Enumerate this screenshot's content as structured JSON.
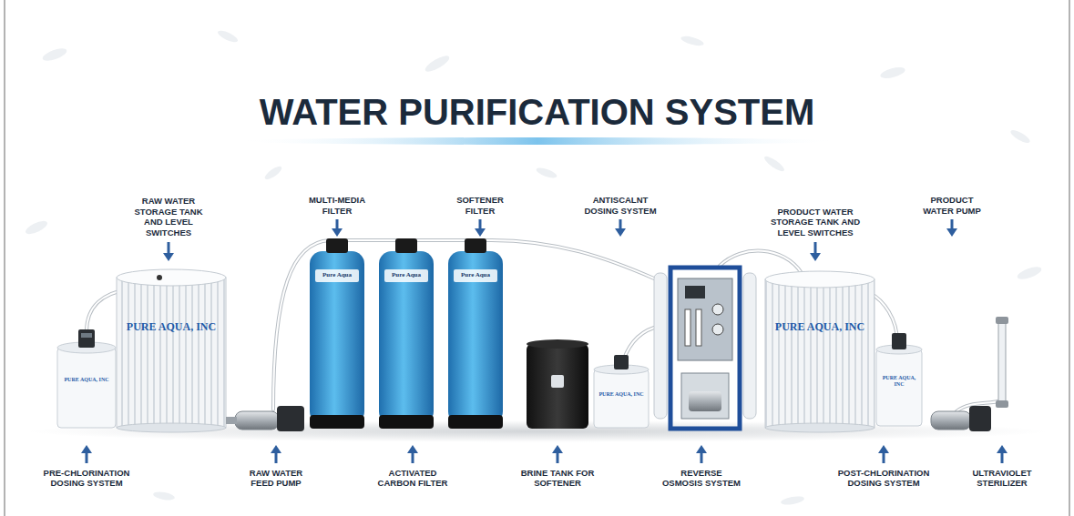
{
  "diagram": {
    "title": "WATER PURIFICATION SYSTEM",
    "labels": [
      "RAW WATER STORAGE TANK AND LEVEL SWITCHES",
      "MULTI-MEDIA FILTER",
      "SOFTENER FILTER",
      "ANTISCALNT DOSING SYSTEM",
      "PRODUCT WATER STORAGE TANK AND LEVEL SWITCHES",
      "PRODUCT WATER PUMP",
      "PURE AQUA, INC",
      "PURE AQUA, INC",
      "Pure Aqua",
      "Pure Aqua",
      "Pure Aqua",
      "PURE AQUA, INC",
      "PURE AQUA, INC",
      "PURE AQUA, INC",
      "PRE-CHLORINATION DOSING SYSTEM",
      "RAW WATER FEED PUMP",
      "ACTIVATED CARBON FILTER",
      "BRINE TANK FOR SOFTENER",
      "REVERSE OSMOSIS SYSTEM",
      "POST-CHLORINATION DOSING SYSTEM",
      "ULTRAVIOLET STERILIZER"
    ]
  }
}
